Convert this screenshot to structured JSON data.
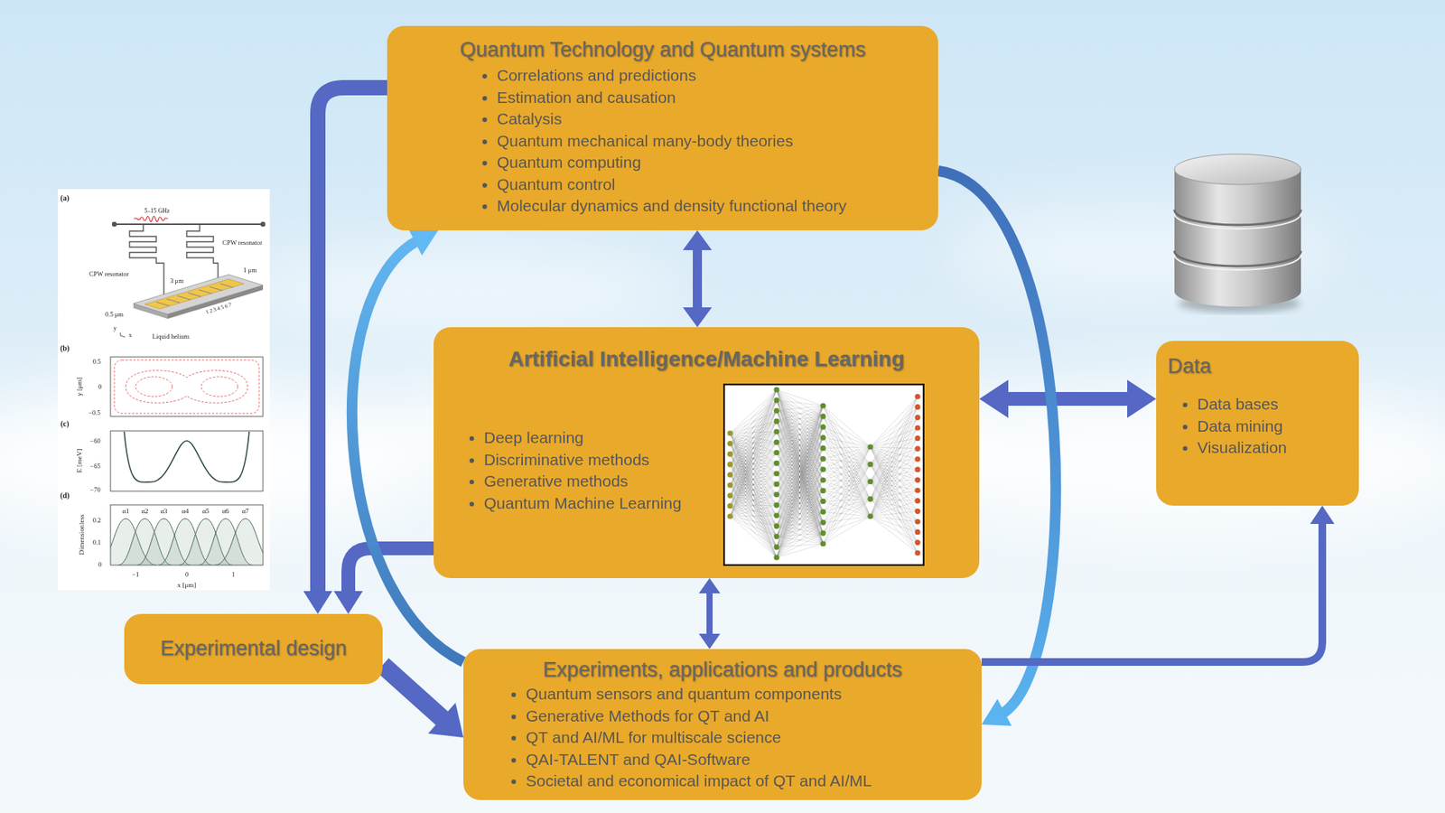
{
  "diagram": {
    "nodes": [
      {
        "text": [
          "Quantum Technology and Quantum systems",
          "Correlations and predictions",
          "Estimation and causation",
          "Catalysis",
          "Quantum mechanical many-body theories",
          "Quantum computing",
          "Quantum control",
          "Molecular dynamics and density functional theory"
        ]
      },
      {
        "text": [
          "Artificial Intelligence/Machine Learning",
          "Deep learning",
          "Discriminative methods",
          "Generative methods",
          "Quantum Machine Learning"
        ]
      },
      {
        "text": [
          "Data",
          "Data bases",
          "Data mining",
          "Visualization"
        ]
      },
      {
        "text": [
          "Experimental design"
        ]
      },
      {
        "text": [
          "Experiments, applications and products",
          "Quantum sensors and quantum components",
          "Generative Methods for QT and AI",
          "QT and AI/ML for multiscale science",
          "QAI-TALENT and QAI-Software",
          "Societal and economical impact of QT and AI/ML"
        ]
      }
    ],
    "edges": [
      {
        "from": 0,
        "to": 1,
        "arrow": "both"
      },
      {
        "from": 1,
        "to": 4,
        "arrow": "both"
      },
      {
        "from": 1,
        "to": 2,
        "arrow": "both"
      },
      {
        "from": 0,
        "to": 3,
        "arrow": "to"
      },
      {
        "from": 1,
        "to": 3,
        "arrow": "to"
      },
      {
        "from": 3,
        "to": 4,
        "arrow": "to"
      },
      {
        "from": 4,
        "to": 0,
        "arrow": "to"
      },
      {
        "from": 0,
        "to": 4,
        "arrow": "to"
      },
      {
        "from": 4,
        "to": 2,
        "arrow": "to"
      }
    ],
    "labels": [
      "(a)",
      "5–15 GHz",
      "CPW resonator",
      "CPW resonator",
      "3 μm",
      "1 μm",
      "0.5 μm",
      "Liquid helium",
      "1 2 3 4 5 6 7",
      "y",
      "x",
      "(b)",
      "0.5",
      "0",
      "−0.5",
      "y [μm]",
      "(c)",
      "−60",
      "−65",
      "−70",
      "E [meV]",
      "(d)",
      "α1",
      "α2",
      "α3",
      "α4",
      "α5",
      "α6",
      "α7",
      "0.2",
      "0.1",
      "0",
      "−1",
      "0",
      "1",
      "x [μm]",
      "Dimensionless"
    ]
  }
}
